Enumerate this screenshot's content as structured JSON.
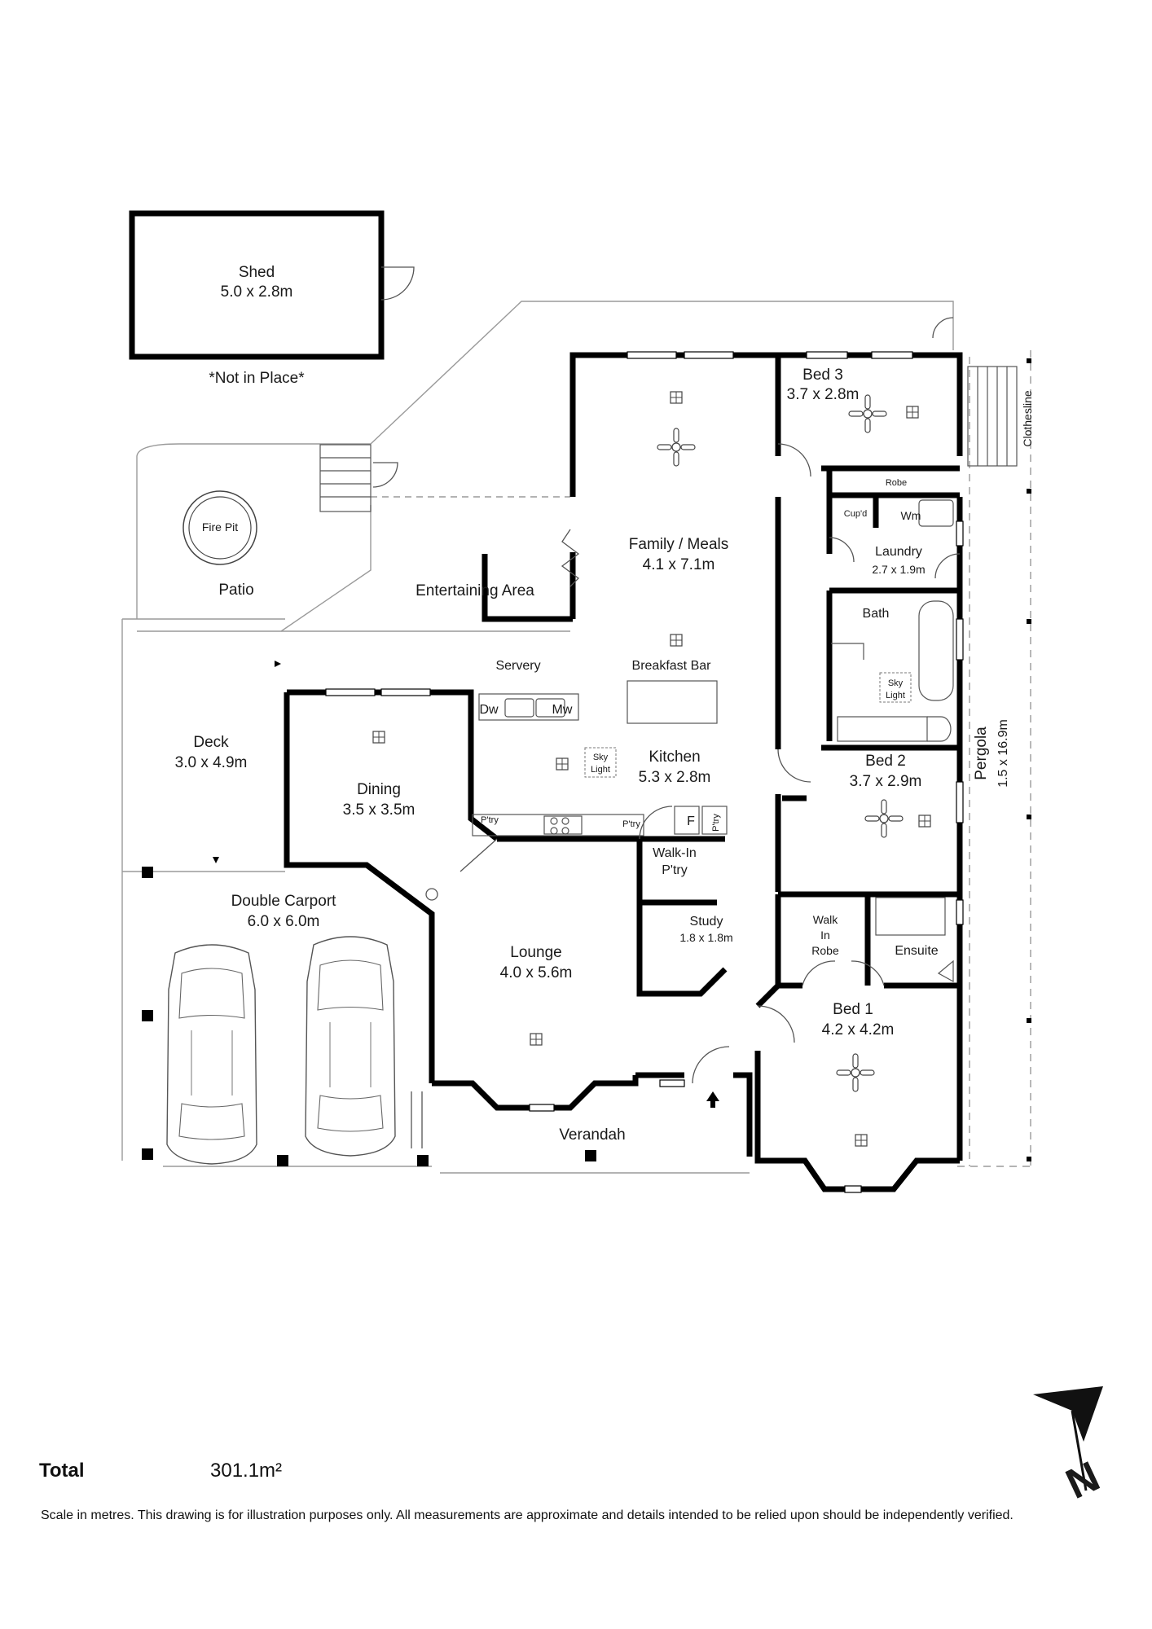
{
  "rooms": {
    "shed": {
      "name": "Shed",
      "dim": "5.0 x 2.8m"
    },
    "not_in_place": "*Not in Place*",
    "fire_pit": "Fire Pit",
    "patio": "Patio",
    "entertaining": "Entertaining Area",
    "family": {
      "name": "Family / Meals",
      "dim": "4.1 x 7.1m"
    },
    "bed3": {
      "name": "Bed 3",
      "dim": "3.7 x 2.8m"
    },
    "robe": "Robe",
    "cupd": "Cup'd",
    "wm": "Wm",
    "laundry": {
      "name": "Laundry",
      "dim": "2.7 x 1.9m"
    },
    "bath": "Bath",
    "sky_light_1": [
      "Sky",
      "Light"
    ],
    "sky_light_2": [
      "Sky",
      "Light"
    ],
    "clothesline": "Clothesline",
    "servery": "Servery",
    "breakfast_bar": "Breakfast Bar",
    "dw": "Dw",
    "mw": "Mw",
    "deck": {
      "name": "Deck",
      "dim": "3.0 x 4.9m"
    },
    "dining": {
      "name": "Dining",
      "dim": "3.5 x 3.5m"
    },
    "kitchen": {
      "name": "Kitchen",
      "dim": "5.3 x 2.8m"
    },
    "pantry_small_1": "P'try",
    "pantry_small_2": "P'try",
    "pantry_small_3": "P'try",
    "fridge": "F",
    "walk_in_pantry": [
      "Walk-In",
      "P'try"
    ],
    "bed2": {
      "name": "Bed 2",
      "dim": "3.7 x 2.9m"
    },
    "pergola": {
      "name": "Pergola",
      "dim": "1.5 x 16.9m"
    },
    "carport": {
      "name": "Double Carport",
      "dim": "6.0 x 6.0m"
    },
    "study": {
      "name": "Study",
      "dim": "1.8 x 1.8m"
    },
    "walk_in_robe": [
      "Walk",
      "In",
      "Robe"
    ],
    "ensuite": "Ensuite",
    "lounge": {
      "name": "Lounge",
      "dim": "4.0 x 5.6m"
    },
    "bed1": {
      "name": "Bed 1",
      "dim": "4.2 x 4.2m"
    },
    "verandah": "Verandah"
  },
  "compass": {
    "letter": "N"
  },
  "footer": {
    "total_label": "Total",
    "total_value": "301.1m²",
    "disclaimer": "Scale in metres. This drawing is for illustration purposes only. All measurements are approximate and details intended to be relied upon should be independently verified."
  },
  "colors": {
    "wall": "#000000",
    "thin_line": "#9a9a9a",
    "text": "#1a1a1a",
    "background": "#ffffff"
  }
}
